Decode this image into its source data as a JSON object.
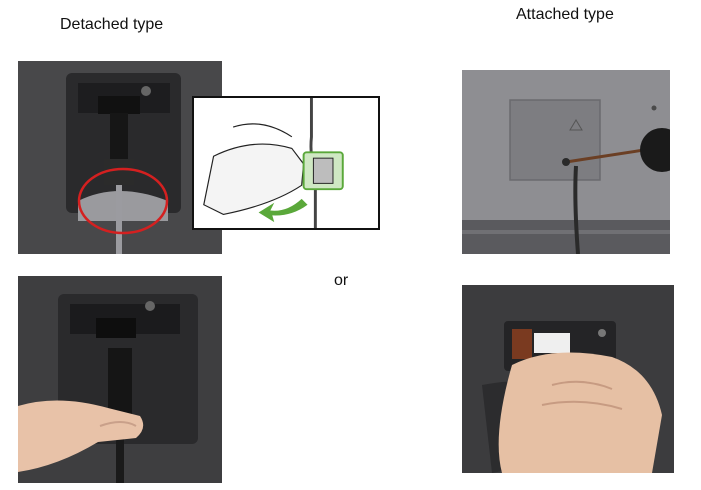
{
  "headings": {
    "detached": "Detached type",
    "attached": "Attached type"
  },
  "connector": "or",
  "colors": {
    "panel_dark": "#3a3a3c",
    "panel_mid": "#5a5a5c",
    "panel_light": "#8a8a8e",
    "highlight_circle": "#d42020",
    "clip_green": "#5aa83a",
    "skin": "#e8c2a8",
    "screwdriver_handle": "#6b3f24"
  },
  "icons": {
    "arrow": "curved-arrow-icon"
  }
}
